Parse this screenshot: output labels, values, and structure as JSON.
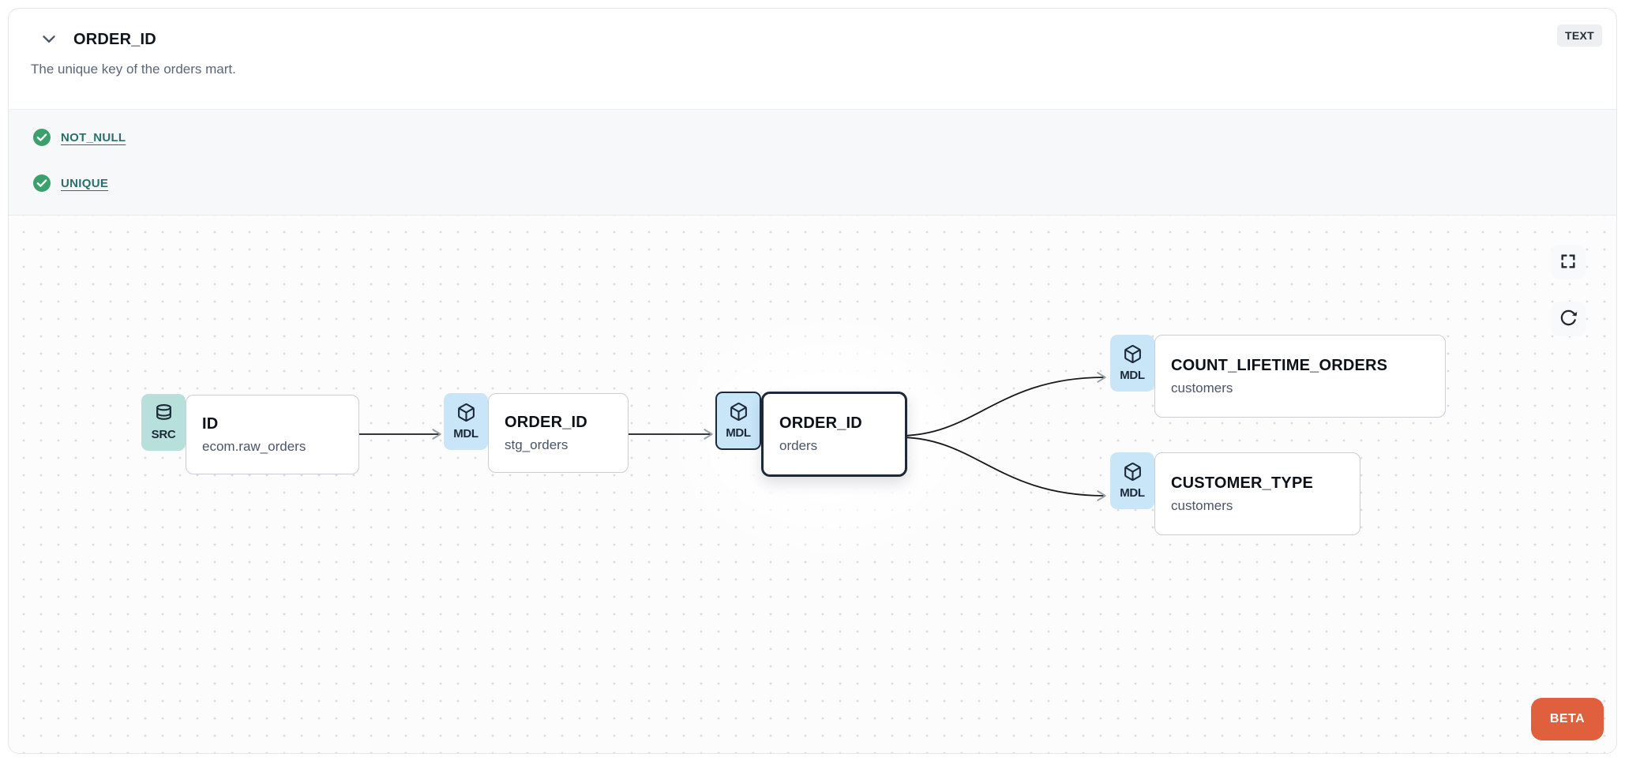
{
  "header": {
    "title": "ORDER_ID",
    "type_badge": "TEXT",
    "description": "The unique key of the orders mart."
  },
  "tests": [
    {
      "label": "NOT_NULL",
      "status": "pass"
    },
    {
      "label": "UNIQUE",
      "status": "pass"
    }
  ],
  "lineage": {
    "beta_label": "BETA",
    "nodes": [
      {
        "badge": "SRC",
        "icon": "database-icon",
        "name": "ID",
        "subtitle": "ecom.raw_orders",
        "selected": false
      },
      {
        "badge": "MDL",
        "icon": "cube-icon",
        "name": "ORDER_ID",
        "subtitle": "stg_orders",
        "selected": false
      },
      {
        "badge": "MDL",
        "icon": "cube-icon",
        "name": "ORDER_ID",
        "subtitle": "orders",
        "selected": true
      },
      {
        "badge": "MDL",
        "icon": "cube-icon",
        "name": "COUNT_LIFETIME_ORDERS",
        "subtitle": "customers",
        "selected": false
      },
      {
        "badge": "MDL",
        "icon": "cube-icon",
        "name": "CUSTOMER_TYPE",
        "subtitle": "customers",
        "selected": false
      }
    ],
    "edges": [
      {
        "from": "ID (ecom.raw_orders)",
        "to": "ORDER_ID (stg_orders)"
      },
      {
        "from": "ORDER_ID (stg_orders)",
        "to": "ORDER_ID (orders)"
      },
      {
        "from": "ORDER_ID (orders)",
        "to": "COUNT_LIFETIME_ORDERS (customers)"
      },
      {
        "from": "ORDER_ID (orders)",
        "to": "CUSTOMER_TYPE (customers)"
      }
    ]
  },
  "colors": {
    "src_tab": "#b7e0dd",
    "mdl_tab": "#c9e6f9",
    "test_pass_green": "#3ca06c",
    "test_link_teal": "#2b6e6e",
    "beta_orange": "#e05f3d",
    "selected_border": "#1d2838"
  }
}
